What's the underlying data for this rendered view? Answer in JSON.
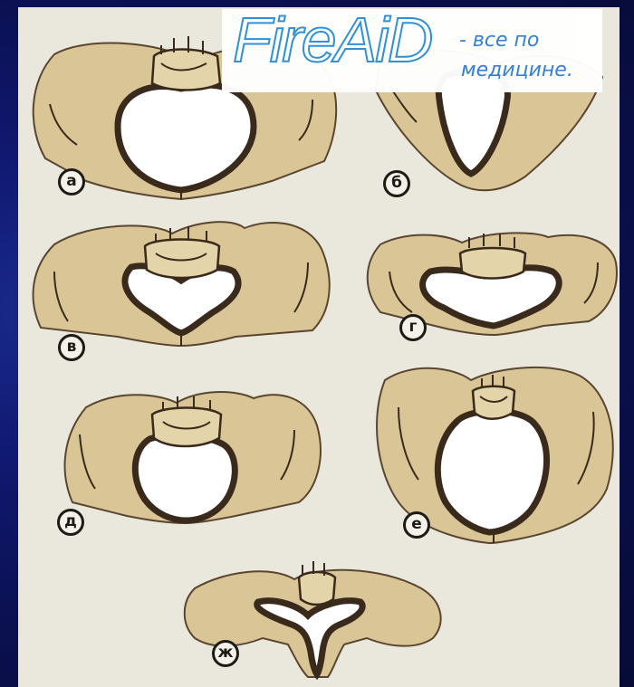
{
  "watermark": {
    "logo": "FireAiD",
    "text_line1": "- все по",
    "text_line2": "медицине."
  },
  "labels": {
    "a": "а",
    "b": "б",
    "v": "в",
    "g": "г",
    "d": "д",
    "e": "е",
    "zh": "ж"
  },
  "colors": {
    "bone": "#d9c596",
    "outline": "#3a2a1c",
    "panel": "#eae7dc",
    "background": "#0d1246",
    "accent": "#2f7fd8"
  }
}
